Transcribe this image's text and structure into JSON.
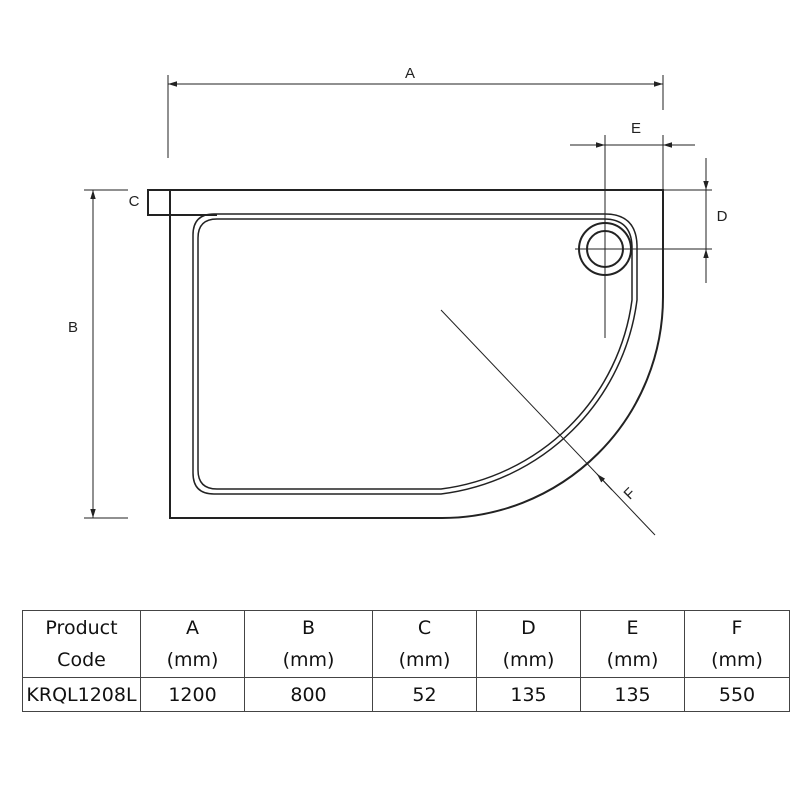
{
  "diagram": {
    "dimension_labels": {
      "A": "A",
      "B": "B",
      "C": "C",
      "D": "D",
      "E": "E",
      "F": "F"
    },
    "line_color": "#222222"
  },
  "table": {
    "headers": [
      {
        "line1": "Product",
        "line2": "Code"
      },
      {
        "line1": "A",
        "line2": "(mm)"
      },
      {
        "line1": "B",
        "line2": "(mm)"
      },
      {
        "line1": "C",
        "line2": "(mm)"
      },
      {
        "line1": "D",
        "line2": "(mm)"
      },
      {
        "line1": "E",
        "line2": "(mm)"
      },
      {
        "line1": "F",
        "line2": "(mm)"
      }
    ],
    "rows": [
      [
        "KRQL1208L",
        "1200",
        "800",
        "52",
        "135",
        "135",
        "550"
      ]
    ]
  }
}
